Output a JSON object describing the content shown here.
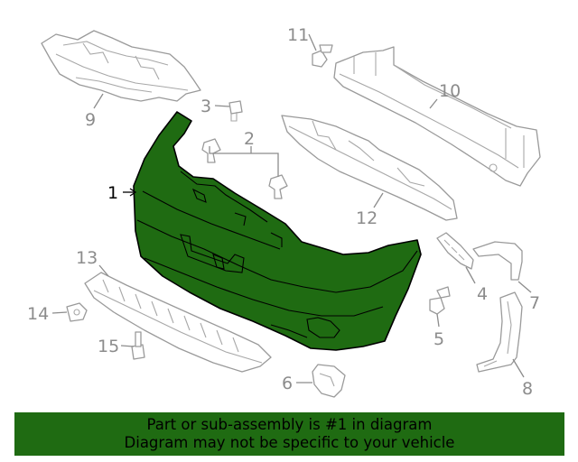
{
  "callouts": {
    "c1": "1",
    "c2": "2",
    "c3": "3",
    "c4": "4",
    "c5": "5",
    "c6": "6",
    "c7": "7",
    "c8": "8",
    "c9": "9",
    "c10": "10",
    "c11": "11",
    "c12": "12",
    "c13": "13",
    "c14": "14",
    "c15": "15"
  },
  "highlight_color": "#1f6b12",
  "banner": {
    "line1": "Part or sub-assembly is #1 in diagram",
    "line2": "Diagram may not be specific to your vehicle"
  }
}
